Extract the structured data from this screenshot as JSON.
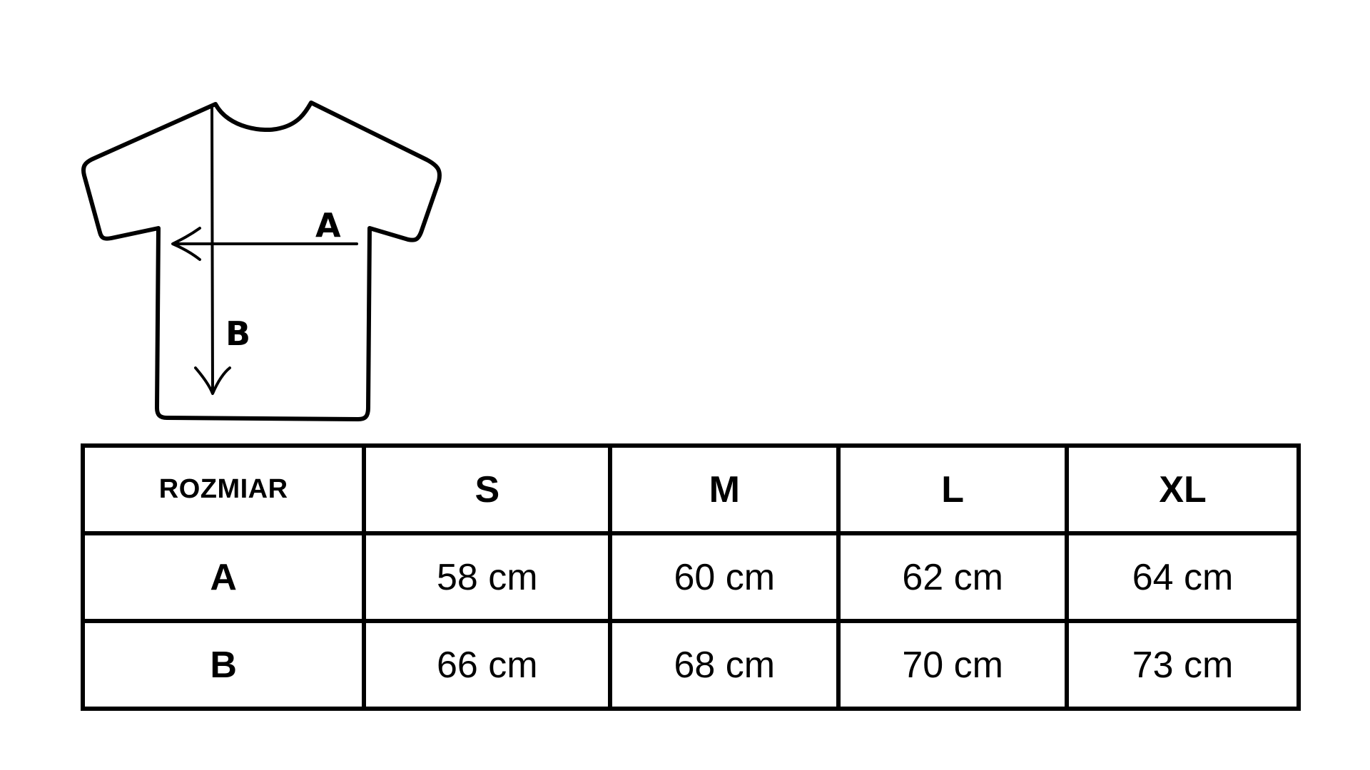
{
  "diagram": {
    "label_a": "A",
    "label_b": "B"
  },
  "table": {
    "header_label": "ROZMIAR",
    "sizes": [
      "S",
      "M",
      "L",
      "XL"
    ],
    "rows": [
      {
        "label": "A",
        "values": [
          "58 cm",
          "60 cm",
          "62 cm",
          "64 cm"
        ]
      },
      {
        "label": "B",
        "values": [
          "66 cm",
          "68 cm",
          "70 cm",
          "73 cm"
        ]
      }
    ]
  }
}
